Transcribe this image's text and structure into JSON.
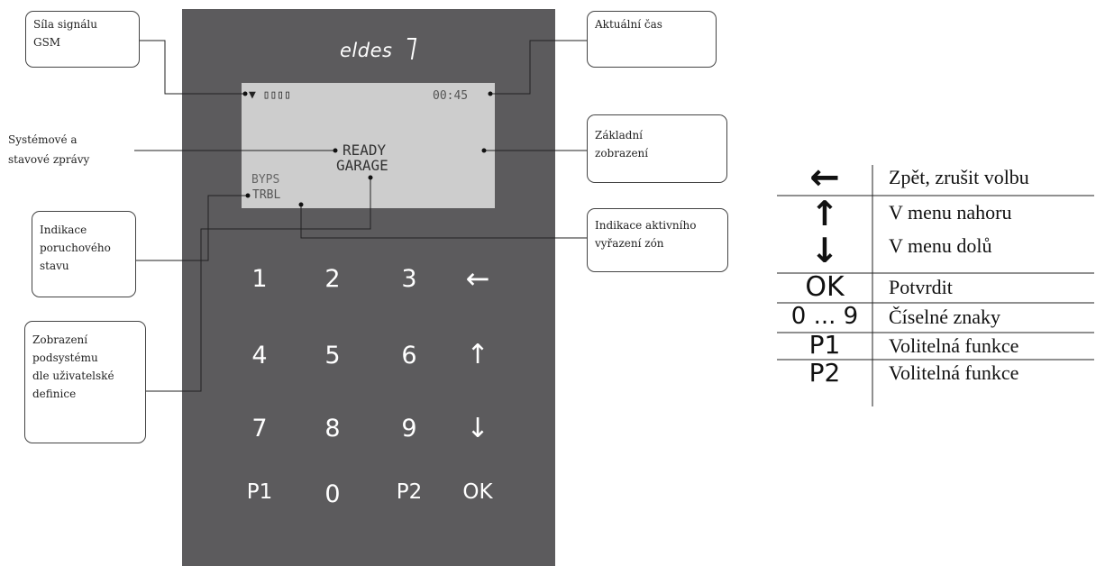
{
  "device": {
    "brand": "eldes",
    "lcd": {
      "signal": "▼ ▯▯▯▯",
      "time": "00:45",
      "message_line1": "READY",
      "message_line2": "GARAGE",
      "bypass": "BYPS",
      "trouble": "TRBL"
    },
    "keys": [
      "1",
      "2",
      "3",
      "←",
      "4",
      "5",
      "6",
      "↑",
      "7",
      "8",
      "9",
      "↓",
      "P1",
      "0",
      "P2",
      "OK"
    ]
  },
  "callouts": {
    "gsm_signal": [
      "Síla signálu",
      "GSM"
    ],
    "current_time": "Aktuální čas",
    "system_messages": [
      "Systémové a",
      "stavové zprávy"
    ],
    "basic_display": [
      "Základní",
      "zobrazení"
    ],
    "trouble_indication": [
      "Indikace",
      "poruchového",
      "stavu"
    ],
    "bypass_indication": [
      "Indikace aktivního",
      "vyřazení zón"
    ],
    "partition_display": [
      "Zobrazení",
      "podsystému",
      "dle uživatelské",
      "definice"
    ]
  },
  "legend": [
    {
      "symbol": "←",
      "description": "Zpět, zrušit volbu"
    },
    {
      "symbol": "↑",
      "description": "V menu nahoru"
    },
    {
      "symbol": "↓",
      "description": "V menu dolů"
    },
    {
      "symbol": "OK",
      "description": "Potvrdit"
    },
    {
      "symbol": "0 ... 9",
      "description": "Číselné znaky"
    },
    {
      "symbol": "P1",
      "description": "Volitelná funkce"
    },
    {
      "symbol": "P2",
      "description": "Volitelná funkce"
    }
  ],
  "colors": {
    "keypad": "#5c5b5d",
    "lcd": "#cdcdcd",
    "key_text": "#ffffff"
  }
}
